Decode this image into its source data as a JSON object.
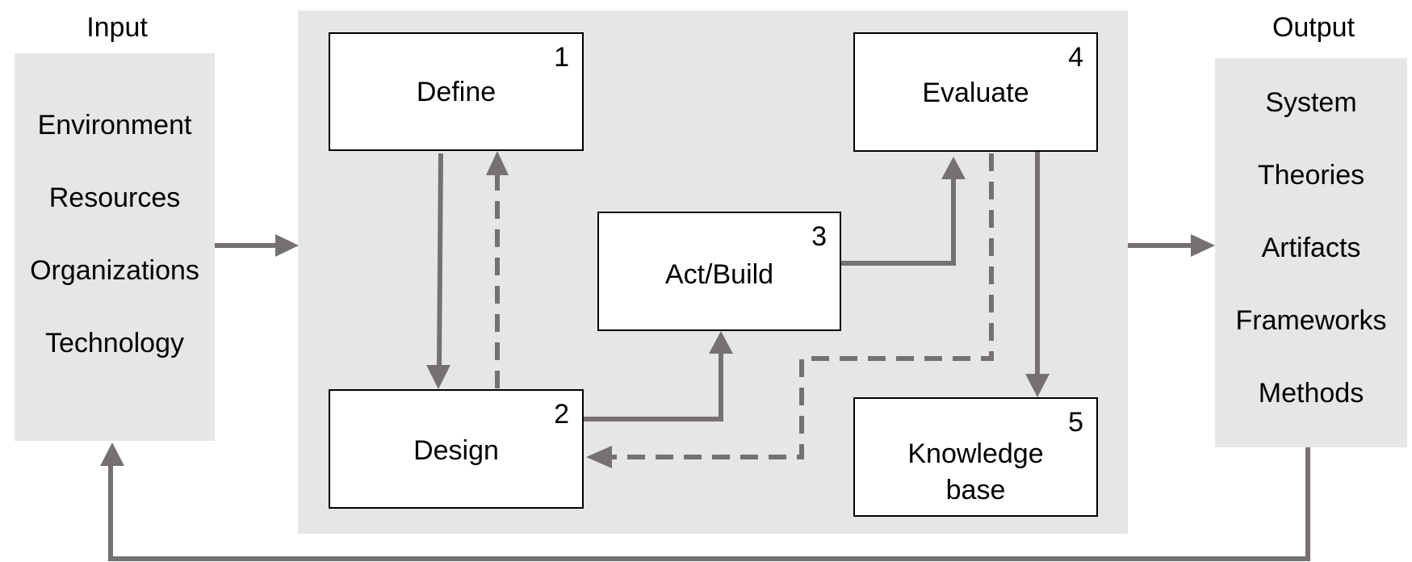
{
  "input": {
    "heading": "Input",
    "items": [
      "Environment",
      "Resources",
      "Organizations",
      "Technology"
    ]
  },
  "output": {
    "heading": "Output",
    "items": [
      "System",
      "Theories",
      "Artifacts",
      "Frameworks",
      "Methods"
    ]
  },
  "steps": [
    {
      "number": "1",
      "label": "Define"
    },
    {
      "number": "2",
      "label": "Design"
    },
    {
      "number": "3",
      "label": "Act/Build"
    },
    {
      "number": "4",
      "label": "Evaluate"
    },
    {
      "number": "5",
      "label_line1": "Knowledge",
      "label_line2": "base"
    }
  ],
  "colors": {
    "panel": "#e6e6e6",
    "arrow": "#767171",
    "box_border": "#000000",
    "box_fill": "#ffffff"
  }
}
